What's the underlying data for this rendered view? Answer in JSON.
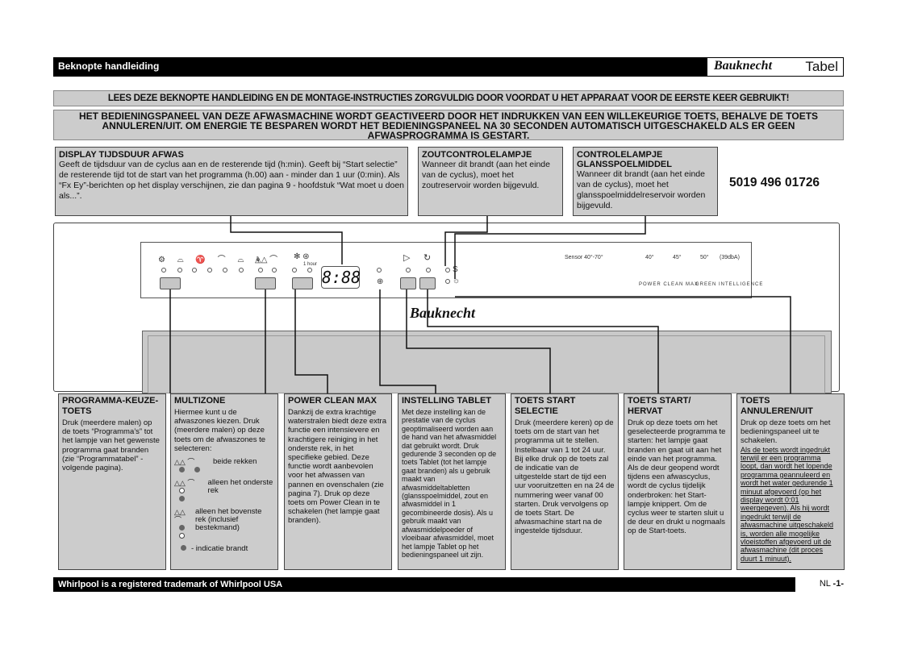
{
  "header": {
    "title": "Beknopte handleiding",
    "brand": "Bauknecht",
    "label": "Tabel"
  },
  "warning": "LEES DEZE BEKNOPTE HANDLEIDING EN DE MONTAGE-INSTRUCTIES ZORGVULDIG DOOR VOORDAT U HET APPARAAT VOOR DE EERSTE KEER GEBRUIKT!",
  "intro": "HET BEDIENINGSPANEEL VAN DEZE AFWASMACHINE WORDT GEACTIVEERD DOOR HET INDRUKKEN VAN EEN WILLEKEURIGE TOETS, BEHALVE DE TOETS ANNULEREN/UIT. OM ENERGIE TE BESPAREN WORDT HET BEDIENINGSPANEEL NA 30 SECONDEN AUTOMATISCH UITGESCHAKELD ALS ER GEEN AFWASPROGRAMMA IS GESTART.",
  "display_box": {
    "title": "DISPLAY TIJDSDUUR AFWAS",
    "text": "Geeft de tijdsduur van de cyclus aan en de resterende tijd (h:min). Geeft bij “Start selectie” de resterende tijd tot de start van het programma (h.00) aan - minder dan 1 uur (0:min). Als “Fx Ey”-berichten op het display verschijnen, zie dan pagina 9 - hoofdstuk “Wat moet u doen als...”."
  },
  "salt_box": {
    "title": "ZOUTCONTROLELAMPJE",
    "text": "Wanneer dit brandt (aan het einde van de cyclus), moet het zoutreservoir worden bijgevuld."
  },
  "rinse_box": {
    "title": "CONTROLELAMPJE GLANSSPOELMIDDEL",
    "text": "Wanneer dit brandt (aan het einde van de cyclus), moet het glansspoelmiddelreservoir worden bijgevuld."
  },
  "code": "5019 496 01726",
  "panel": {
    "display": "8:88",
    "brand": "Bauknecht",
    "sensor": "Sensor 40°-70°",
    "temps": [
      "40°",
      "45°",
      "50°"
    ],
    "noise": "(39dbA)",
    "power_clean": "POWER CLEAN MAX",
    "green": "GREEN INTELLIGENCE",
    "icon_1hour": "1 hour"
  },
  "columns": {
    "programma": {
      "title": "PROGRAMMA-KEUZE-TOETS",
      "text": "Druk (meerdere malen) op de toets “Programma’s” tot het lampje van het gewenste programma gaat branden (zie “Programmatabel” - volgende pagina)."
    },
    "multizone": {
      "title": "MULTIZONE",
      "text": "Hiermee kunt u de afwaszones kiezen. Druk (meerdere malen) op deze toets om de afwaszones te selecteren:",
      "opt1": "beide rekken",
      "opt2": "alleen het onderste rek",
      "opt3": "alleen het bovenste rek (inclusief bestekmand)",
      "indicatie": "- indicatie brandt"
    },
    "powerclean": {
      "title": "POWER CLEAN MAX",
      "text": "Dankzij de extra krachtige waterstralen biedt deze extra functie een intensievere en krachtigere reiniging in het onderste rek, in het specifieke gebied. Deze functie wordt aanbevolen voor het afwassen van pannen en ovenschalen (zie pagina 7). Druk op deze toets om Power Clean in te schakelen (het lampje gaat branden)."
    },
    "tablet": {
      "title": "INSTELLING TABLET",
      "text": "Met deze instelling kan de prestatie van de cyclus geoptimaliseerd worden aan de hand van het afwasmiddel dat gebruikt wordt. Druk gedurende 3 seconden op de toets Tablet (tot het lampje gaat branden) als u gebruik maakt van afwasmiddeltabletten (glansspoelmiddel, zout en afwasmiddel in 1 gecombineerde dosis). Als u gebruik maakt van afwasmiddelpoeder of vloeibaar afwasmiddel, moet het lampje Tablet op het bedieningspaneel uit zijn."
    },
    "startselectie": {
      "title": "TOETS START SELECTIE",
      "text": "Druk (meerdere keren) op de toets om de start van het programma uit te stellen. Instelbaar van 1 tot 24 uur. Bij elke druk op de toets zal de indicatie van de uitgestelde start de tijd een uur vooruitzetten en na 24 de nummering weer vanaf 00 starten. Druk vervolgens op de toets Start. De afwasmachine start na de ingestelde tijdsduur."
    },
    "starthervat": {
      "title": "TOETS START/ HERVAT",
      "text": "Druk op deze toets om het geselecteerde programma te starten: het lampje gaat branden en gaat uit aan het einde van het programma. Als de deur geopend wordt tijdens een afwascyclus, wordt de cyclus tijdelijk onderbroken: het Start-lampje knippert. Om de cyclus weer te starten sluit u de deur en drukt u nogmaals op de Start-toets."
    },
    "annuleren": {
      "title": "TOETS ANNULEREN/UIT",
      "text": "Druk op deze toets om het bedieningspaneel uit te schakelen.",
      "underlined": "Als de toets wordt ingedrukt terwijl er een programma loopt, dan wordt het lopende programma geannuleerd en wordt het water gedurende 1 minuut afgevoerd (op het display wordt 0:01 weergegeven). Als hij wordt ingedrukt terwijl de afwasmachine uitgeschakeld is, worden alle mogelijke vloeistoffen afgevoerd uit de afwasmachine (dit proces duurt 1 minuut)."
    }
  },
  "footer": {
    "text": "Whirlpool is a registered trademark of Whirlpool USA",
    "lang": "NL",
    "page": "-1-"
  }
}
